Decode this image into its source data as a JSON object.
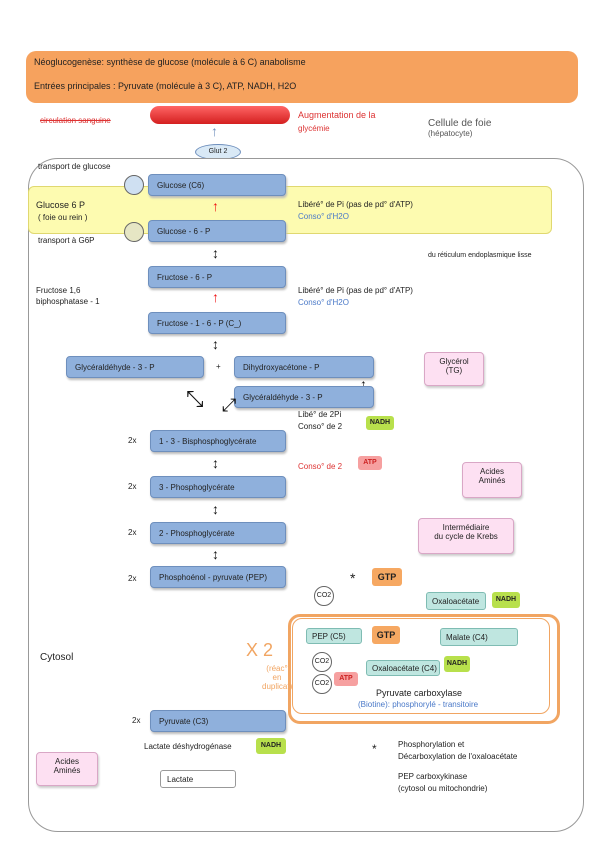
{
  "header": {
    "line1": "Néoglucogenèse: synthèse de glucose (molécule à 6 C)  anabolisme",
    "line2": "Entrées principales : Pyruvate (molécule à 3 C), ATP, NADH, H2O"
  },
  "top": {
    "circulation": "circulation sanguine",
    "augmentation": "Augmentation de la",
    "glycemie": "glycémie",
    "glut": "Glut 2",
    "cell_label": "Cellule de foie",
    "cell_type": "(hépatocyte)"
  },
  "left": {
    "transport_glucose": "transport de glucose",
    "glucose6p_1": "Glucose 6 P",
    "glucose6p_2": "( foie ou rein )",
    "transport_g6p": "transport à G6P",
    "f16bp_1": "Fructose 1,6",
    "f16bp_2": "biphosphatase - 1",
    "cytosol": "Cytosol"
  },
  "boxes": {
    "glucose": "Glucose (C6)",
    "g6p": "Glucose - 6 - P",
    "f6p": "Fructose - 6 - P",
    "f16bp": "Fructose - 1 - 6 - P (C_)",
    "gap": "Glycéraldéhyde - 3 - P",
    "plus": "+",
    "dhap": "Dihydroxyacétone - P",
    "gap2": "Glycéraldéhyde - 3 - P",
    "bpg": "1 - 3 - Bisphosphoglycérate",
    "pg3": "3 - Phosphoglycérate",
    "pg2": "2 - Phosphoglycérate",
    "pep": "Phosphoénol - pyruvate (PEP)",
    "pyruvate": "Pyruvate (C3)",
    "lactate": "Lactate"
  },
  "mult": {
    "bpg": "2x",
    "pg3": "2x",
    "pg2": "2x",
    "pep": "2x",
    "pyr": "2x"
  },
  "right": {
    "libere1": "Libéré° de Pi (pas de pd° d'ATP)",
    "conso1": "Conso° d'H2O",
    "reticulum": "du réticulum endoplasmique lisse",
    "libere2": "Libéré° de Pi (pas de pd° d'ATP)",
    "conso2": "Conso° d'H2O",
    "libe3": "Libé° de 2Pi",
    "conso3": "Conso° de 2",
    "conso_atp": "Conso° de 2",
    "glycerol": "Glycérol",
    "tg": "(TG)",
    "acides1": "Acides",
    "amines1": "Aminés",
    "intermediaire": "Intermédiaire",
    "krebs": "du cycle de Krebs",
    "oxaloacetate": "Oxaloacétate",
    "x2": "X 2",
    "reac": "(réac° en duplicat)",
    "pep_c5": "PEP (C5)",
    "malate": "Malate (C4)",
    "oxalo_c4": "Oxaloacétate (C4)",
    "pyruvate_carb": "Pyruvate carboxylase",
    "biotine": "(Biotine): phosphorylé - transitoire",
    "acides2": "Acides",
    "amines2": "Aminés",
    "lactate_dh": "Lactate déshydrogénase",
    "star_note1": "Phosphorylation et",
    "star_note2": "Décarboxylation de l'oxaloacétate",
    "pep_carboxy": "PEP carboxykinase",
    "pep_where": "(cytosol ou mitochondrie)"
  },
  "badges": {
    "nadh": "NADH",
    "atp": "ATP",
    "gtp": "GTP",
    "co2": "CO2",
    "star": "*",
    "co2_b": "CO2"
  },
  "colors": {
    "header": "#f6a25e",
    "blue_box": "#8fb0dc",
    "yellow_band": "#fdfbb0",
    "pink_box": "#fde0f2",
    "green_box": "#bfe6e0",
    "orange_frame": "#f1a562",
    "red_text": "#dd3333",
    "blue_text": "#4a79c8"
  }
}
